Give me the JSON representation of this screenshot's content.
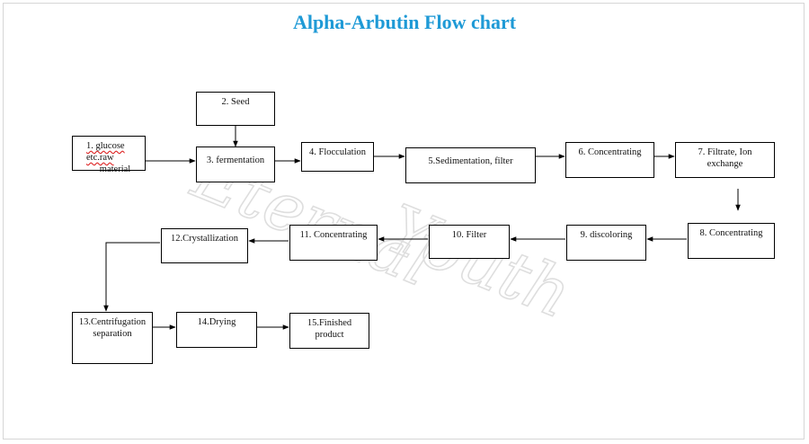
{
  "title": "Alpha-Arbutin Flow chart",
  "watermark": {
    "line1": "Eternal",
    "line2": "Youth"
  },
  "colors": {
    "title": "#1f9ad6",
    "box_border": "#000000",
    "watermark": "#8a8a8a"
  },
  "steps": {
    "s1": {
      "line1": "1.   glucose etc.raw",
      "line2": "material"
    },
    "s2": {
      "label": "2. Seed"
    },
    "s3": {
      "label": "3. fermentation"
    },
    "s4": {
      "label": "4. Flocculation"
    },
    "s5": {
      "label": "5.Sedimentation, filter"
    },
    "s6": {
      "label": "6. Concentrating"
    },
    "s7": {
      "line1": "7. Filtrate, Ion",
      "line2": "exchange"
    },
    "s8": {
      "label": "8. Concentrating"
    },
    "s9": {
      "label": "9. discoloring"
    },
    "s10": {
      "label": "10. Filter"
    },
    "s11": {
      "label": "11. Concentrating"
    },
    "s12": {
      "label": "12.Crystallization"
    },
    "s13": {
      "line1": "13.Centrifugation",
      "line2": "separation"
    },
    "s14": {
      "label": "14.Drying"
    },
    "s15": {
      "line1": "15.Finished",
      "line2": "product"
    }
  }
}
